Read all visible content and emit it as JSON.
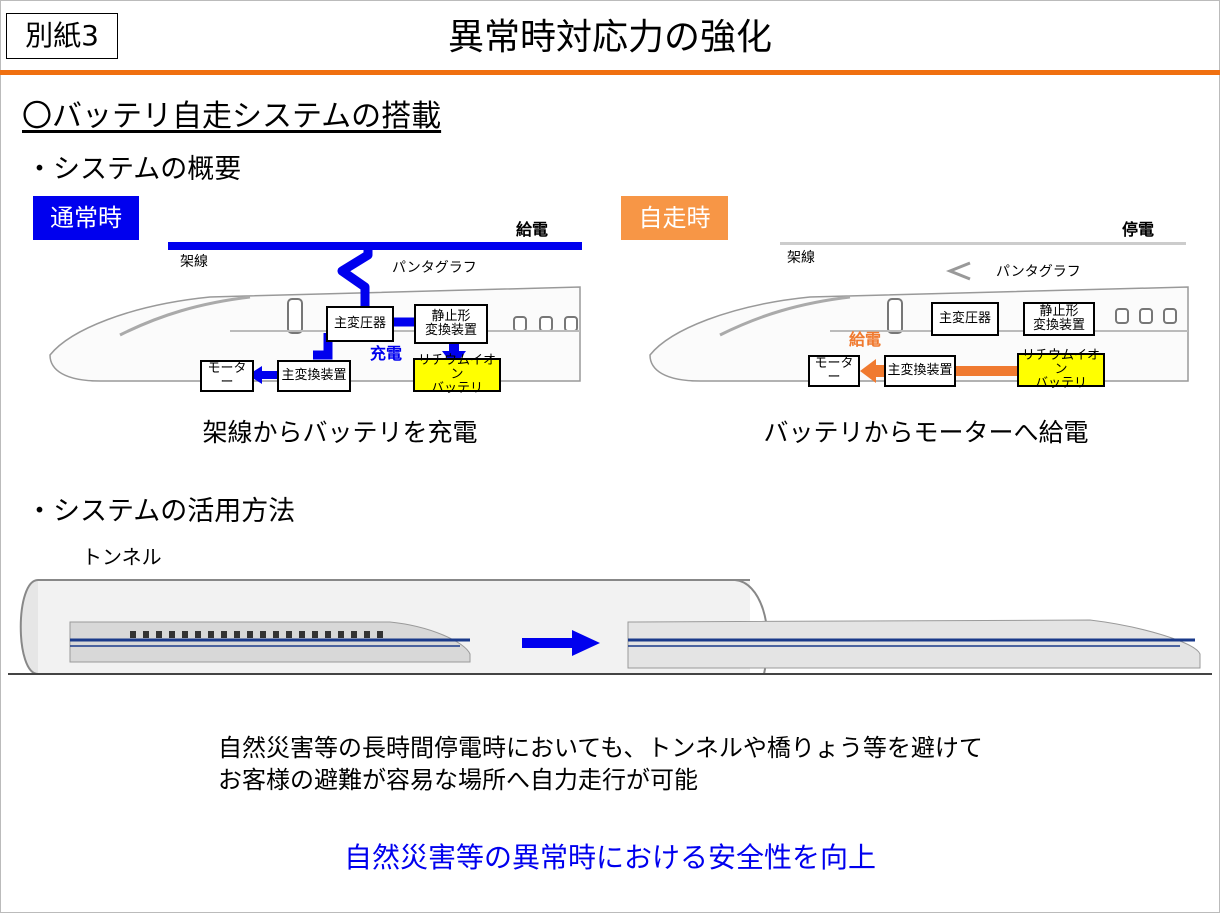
{
  "header": {
    "tag": "別紙3",
    "title": "異常時対応力の強化"
  },
  "section_title": "〇バッテリ自走システムの搭載",
  "overview": {
    "heading": "・システムの概要",
    "normal": {
      "badge": "通常時",
      "badge_color": "#0000ee",
      "power_status": "給電",
      "overhead_line": "架線",
      "pantograph": "パンタグラフ",
      "main_transformer": "主変圧器",
      "static_converter": "静止形\n変換装置",
      "charge_label": "充電",
      "motor": "モーター",
      "main_converter": "主変換装置",
      "battery": "リチウムイオン\nバッテリ",
      "caption": "架線からバッテリを充電"
    },
    "self": {
      "badge": "自走時",
      "badge_color": "#f79646",
      "power_status": "停電",
      "overhead_line": "架線",
      "pantograph": "パンタグラフ",
      "main_transformer": "主変圧器",
      "static_converter": "静止形\n変換装置",
      "supply_label": "給電",
      "motor": "モーター",
      "main_converter": "主変換装置",
      "battery": "リチウムイオン\nバッテリ",
      "caption": "バッテリからモーターへ給電"
    }
  },
  "usage": {
    "heading": "・システムの活用方法",
    "tunnel_label": "トンネル"
  },
  "body": {
    "line1": "自然災害等の長時間停電時においても、トンネルや橋りょう等を避けて",
    "line2": "お客様の避難が容易な場所へ自力走行が可能"
  },
  "conclusion": "自然災害等の異常時における安全性を向上",
  "colors": {
    "accent_rule": "#f07010",
    "normal_power": "#0000ee",
    "self_power": "#f07a30",
    "conclusion": "#0000ee"
  }
}
